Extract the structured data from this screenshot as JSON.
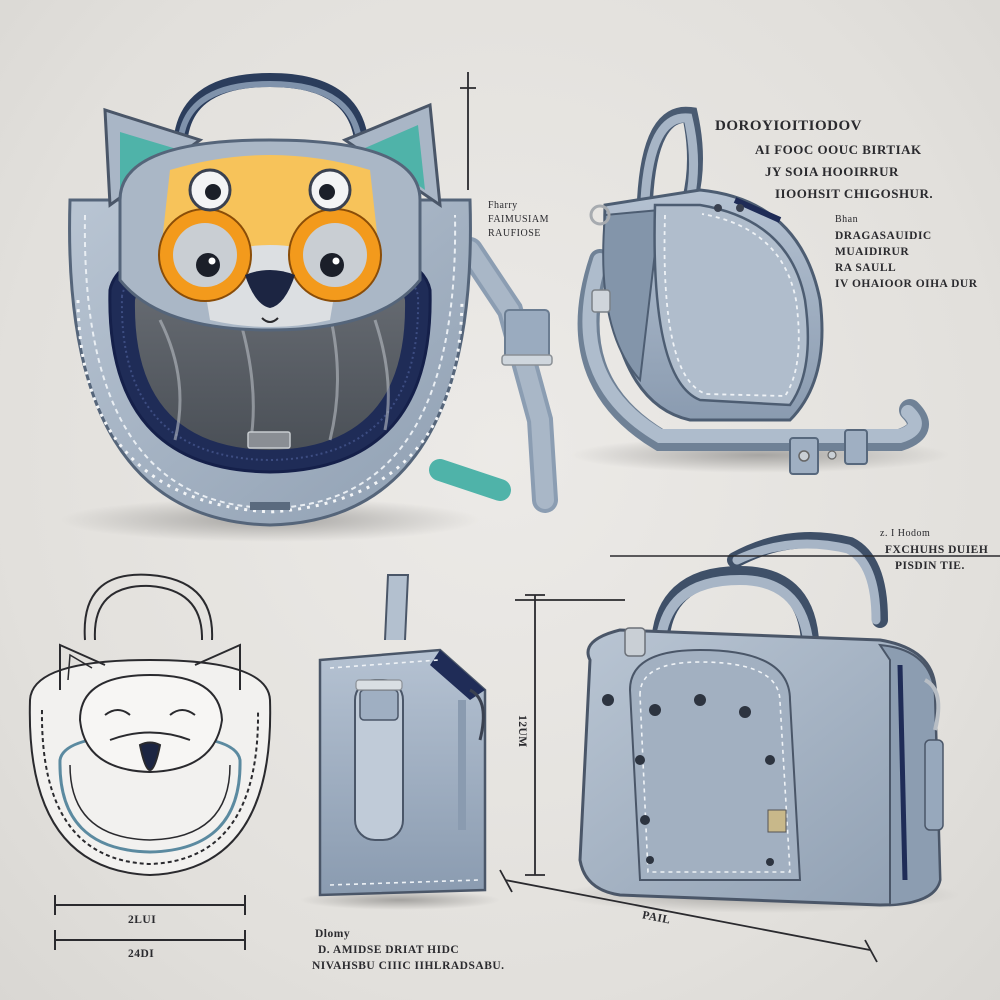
{
  "colors": {
    "leather": "#a7b4c4",
    "leather_dark": "#7e8fa2",
    "navy": "#23315e",
    "teal": "#4fb3a9",
    "orange": "#f39a1c",
    "yellow": "#f7c35a",
    "ink": "#2a2a2e",
    "paper": "#e6e4e1"
  },
  "texts": {
    "header_title": "DOROYIOITIODOV",
    "header_line1": "AI FOOC OOUC BIRTIAK",
    "header_line2": "JY SOIA HOOIRRUR",
    "header_line3": "IIOOHSIT CHIGOSHUR.",
    "notes_right_1": "Bhan",
    "notes_right_2": "DRAGASAUIDIC",
    "notes_right_3": "MUAIDIRUR",
    "notes_right_4": "RA SAULL",
    "notes_right_5": "IV OHAIOOR OIHA DUR",
    "small_left_1": "Fharry",
    "small_left_2": "FAIMUSIAM",
    "small_left_3": "RAUFIOSE",
    "mid_right_1": "z. I Hodom",
    "mid_right_2": "FXCHUHS DUIEH",
    "mid_right_3": "PISDIN TIE.",
    "dim_bottom_1": "2LUI",
    "dim_bottom_2": "24DI",
    "dim_vertical": "12UM",
    "dim_diagonal": "PAIL",
    "footer_1": "Dlomy",
    "footer_2": "D. AMIDSE DRIAT HIDC",
    "footer_3": "NIVAHSBU CIIIC IIHLRADSABU."
  }
}
